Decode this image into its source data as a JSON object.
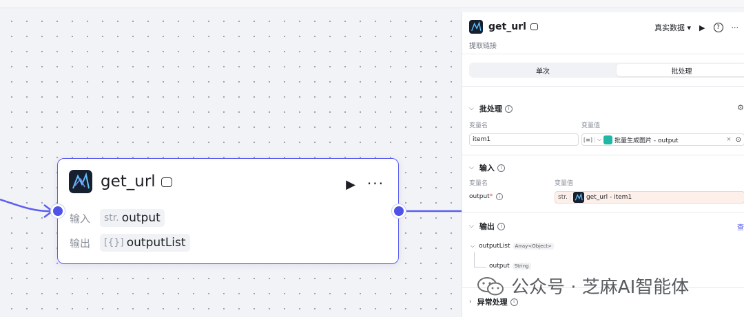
{
  "node": {
    "title": "get_url",
    "input_label": "输入",
    "input_type": "str.",
    "input_value": "output",
    "output_label": "输出",
    "output_type": "[{}]",
    "output_value": "outputList"
  },
  "panel": {
    "title": "get_url",
    "subtitle": "提取链接",
    "mode_select": "真实数据",
    "tabs": [
      {
        "label": "单次",
        "active": false
      },
      {
        "label": "批处理",
        "active": true
      }
    ],
    "batch": {
      "title": "批处理",
      "col_name": "变量名",
      "col_value": "变量值",
      "var_name": "item1",
      "var_type": "[≡]",
      "var_source": "批量生成图片 - output"
    },
    "input": {
      "title": "输入",
      "col_name": "变量名",
      "col_value": "变量值",
      "param_name": "output",
      "param_required": "*",
      "param_type": "str.",
      "param_ref": "get_url - item1"
    },
    "output": {
      "title": "输出",
      "view_link": "查",
      "list_name": "outputList",
      "list_type": "Array<Object>",
      "child_name": "output",
      "child_type": "String"
    },
    "exception": {
      "title": "异常处理"
    }
  },
  "watermark": {
    "text": "公众号 · 芝麻AI智能体"
  },
  "colors": {
    "accent": "#5b5ef0",
    "port": "#4e52e8",
    "app_icon_bg": "#16202e"
  }
}
